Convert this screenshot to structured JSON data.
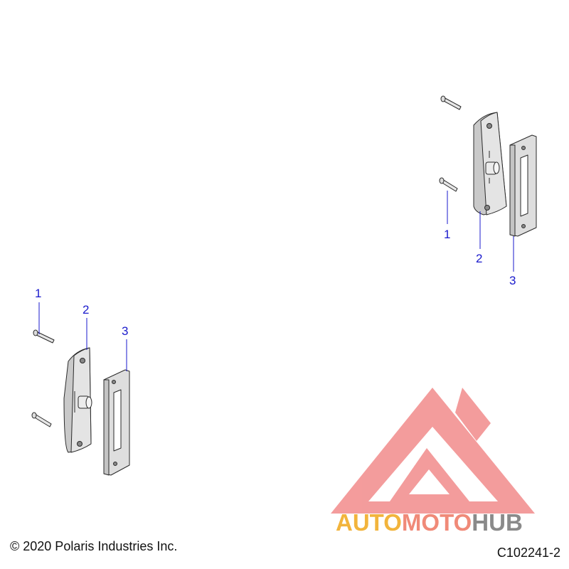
{
  "callouts": {
    "top_right": [
      "1",
      "2",
      "3"
    ],
    "bottom_left": [
      "1",
      "2",
      "3"
    ]
  },
  "footer": {
    "copyright": "© 2020 Polaris Industries Inc.",
    "figure_id": "C102241-2"
  },
  "watermark": {
    "part1": "AUTO",
    "part2": "MOTO",
    "part3": "HUB",
    "colors": {
      "auto": "#f2b43c",
      "moto": "#f08a78",
      "hub": "#8a8a8a",
      "logo": "#f28b8b"
    }
  },
  "colors": {
    "callout": "#1a1acc",
    "part_fill": "#e4e4e4",
    "part_shade": "#c9c9c9",
    "part_stroke": "#2a2a2a"
  }
}
